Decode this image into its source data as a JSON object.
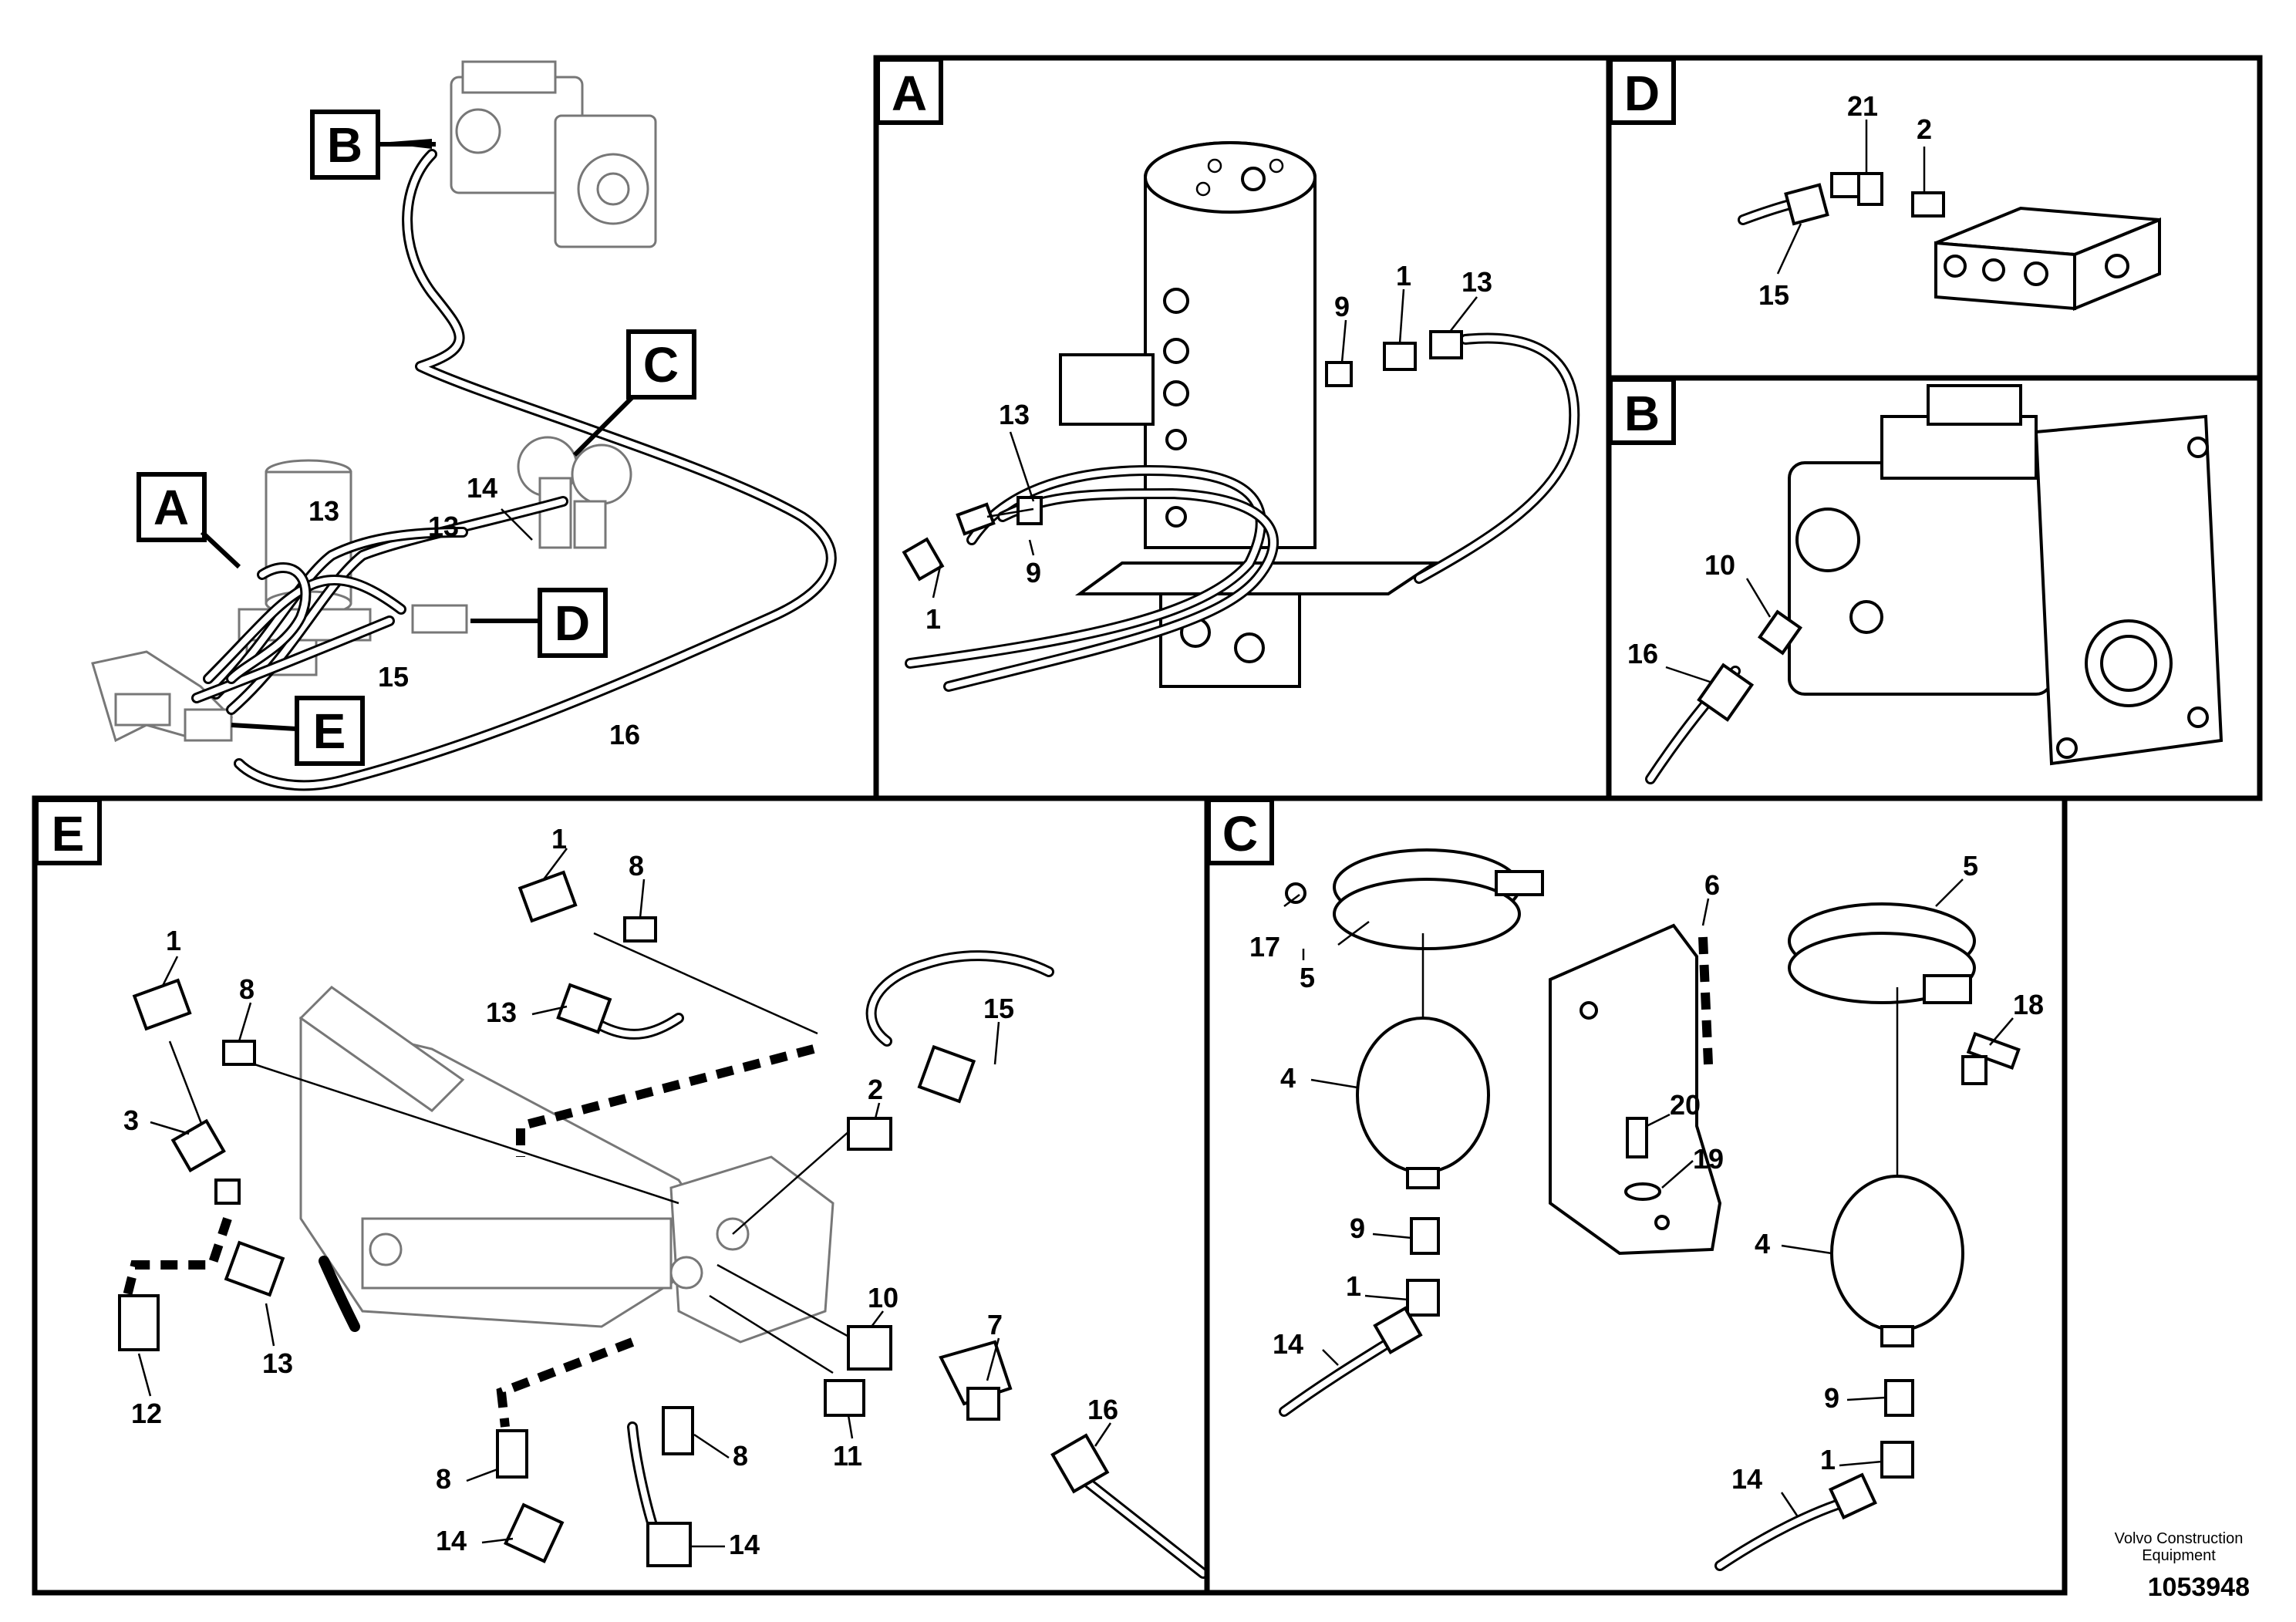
{
  "panels": {
    "A": {
      "letter": "A",
      "callouts": {
        "c1a": "1",
        "c1b": "1",
        "c9a": "9",
        "c9b": "9",
        "c13a": "13",
        "c13b": "13"
      }
    },
    "B": {
      "letter": "B",
      "callouts": {
        "c10": "10",
        "c16": "16"
      }
    },
    "C": {
      "letter": "C",
      "callouts": {
        "c17": "17",
        "c5a": "5",
        "c5b": "5",
        "c6": "6",
        "c18": "18",
        "c4a": "4",
        "c4b": "4",
        "c20": "20",
        "c19": "19",
        "c9a": "9",
        "c9b": "9",
        "c1a": "1",
        "c1b": "1",
        "c14a": "14",
        "c14b": "14"
      }
    },
    "D": {
      "letter": "D",
      "callouts": {
        "c21": "21",
        "c2": "2",
        "c15": "15"
      }
    },
    "E": {
      "letter": "E",
      "callouts": {
        "c1a": "1",
        "c1b": "1",
        "c8a": "8",
        "c8b": "8",
        "c8c": "8",
        "c8d": "8",
        "c13a": "13",
        "c13b": "13",
        "c15": "15",
        "c3": "3",
        "c2": "2",
        "c12": "12",
        "c10": "10",
        "c7": "7",
        "c16": "16",
        "c11": "11",
        "c14a": "14",
        "c14b": "14"
      }
    },
    "overview": {
      "callouts": {
        "c13a": "13",
        "c13b": "13",
        "c14": "14",
        "c15": "15",
        "c16": "16"
      },
      "letters": {
        "A": "A",
        "B": "B",
        "C": "C",
        "D": "D",
        "E": "E"
      }
    }
  },
  "footer": {
    "manufacturer": "Volvo Construction Equipment",
    "document_number": "1053948"
  }
}
